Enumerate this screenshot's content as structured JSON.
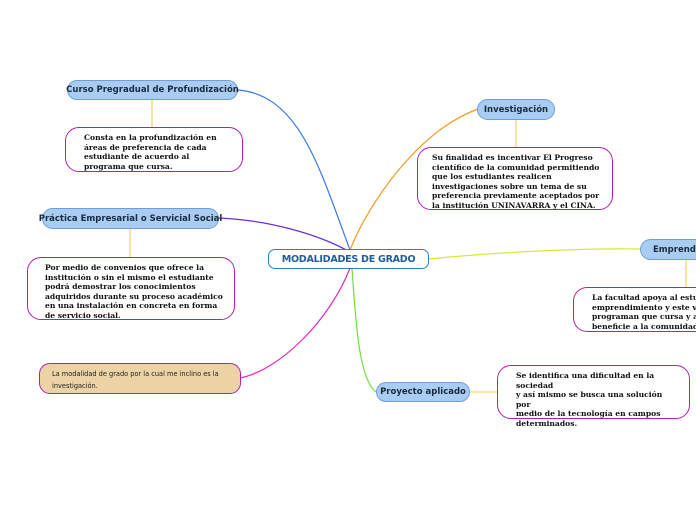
{
  "central": "MODALIDADES DE GRADO",
  "topics": {
    "curso": "Curso Pregradual de Profundización",
    "practica": "Práctica Empresarial o Servicial Social",
    "investigacion": "Investigación",
    "emprendimiento": "Emprendim",
    "proyecto": "Proyecto aplicado"
  },
  "descriptions": {
    "curso": [
      "Consta en la profundización en",
      "áreas de preferencia de cada",
      "estudiante de acuerdo al",
      "programa que cursa."
    ],
    "practica": [
      "Por medio de convenios que ofrece la",
      "institución o sin el mismo el estudiante",
      "podrá demostrar los conocimientos",
      "adquiridos durante su proceso académico",
      "en una instalación en concreta en forma",
      "de servicio social."
    ],
    "investigacion": [
      "Su finalidad es incentivar El Progreso",
      "científico de la comunidad permitiendo",
      "que los estudiantes realicen",
      "investigaciones sobre un tema de su",
      "preferencia previamente aceptados por",
      "la institución UNINAVARRA y el CINA."
    ],
    "emprendimiento": [
      "La facultad apoya al estu",
      "emprendimiento y este va",
      "programan que cursa y al",
      "beneficie a la comunidad."
    ],
    "proyecto": [
      "Se identifica una dificultad en la sociedad",
      "y así mismo se busca una solución por",
      "medio de la tecnología en campos",
      "determinados."
    ]
  },
  "note": [
    "La modalidad de grado por la cual me inclino es la",
    "investigación."
  ],
  "colors": {
    "topic_fill": "#a9cdf2",
    "description_border": "#b01fb0",
    "central_text": "#1f5e9c",
    "note_fill": "#ecd3a6",
    "branch_curso": "#3a78e6",
    "branch_practica": "#6a2bd8",
    "branch_investigacion": "#f39a1e",
    "branch_emprendimiento": "#d7e83a",
    "branch_proyecto": "#6fe03a",
    "branch_note": "#e02bb8"
  }
}
